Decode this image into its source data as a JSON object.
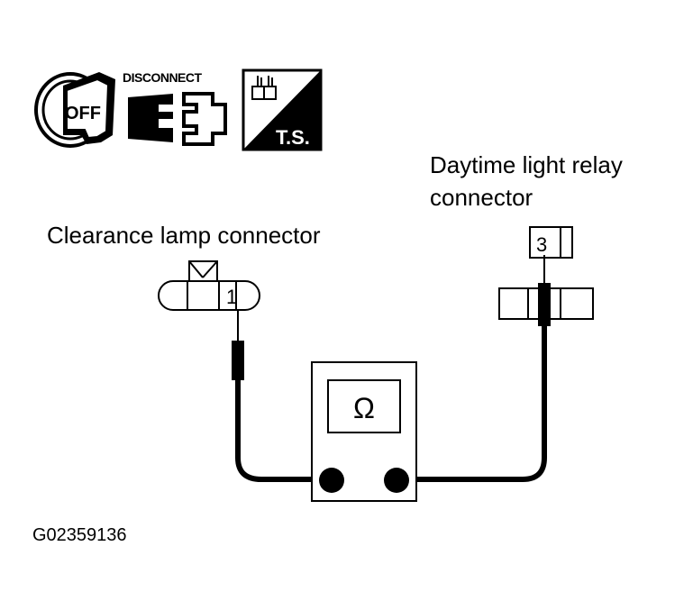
{
  "icons": {
    "ignition": {
      "name": "ignition-off-icon",
      "text": "OFF"
    },
    "disconnect": {
      "name": "disconnect-connector-icon",
      "text": "DISCONNECT"
    },
    "terminal_side": {
      "name": "terminal-side-icon",
      "text": "T.S."
    }
  },
  "connectors": {
    "clearance_lamp": {
      "label": "Clearance lamp connector",
      "terminal": "1"
    },
    "daytime_relay": {
      "label_line1": "Daytime light relay",
      "label_line2": "connector",
      "terminal": "3"
    }
  },
  "meter": {
    "symbol": "Ω",
    "name": "ohmmeter"
  },
  "figure_id": "G02359136",
  "colors": {
    "ink": "#000000",
    "background": "#ffffff"
  }
}
